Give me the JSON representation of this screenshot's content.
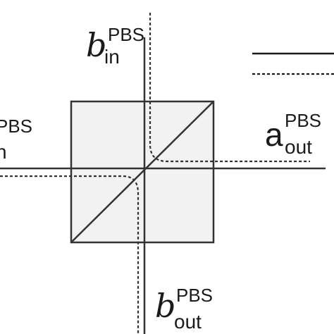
{
  "labels": {
    "b_in": {
      "main": "b",
      "sup": "PBS",
      "sub": "in"
    },
    "a_out": {
      "main": "a",
      "sup": "PBS",
      "sub": "out"
    },
    "b_out": {
      "main": "b",
      "sup": "PBS",
      "sub": "out"
    },
    "a_in_partial": {
      "sup": "PBS",
      "sub": "n"
    }
  },
  "colors": {
    "stroke": "#333333",
    "cube_fill": "#f2f2f2",
    "text": "#1a1a1a"
  }
}
